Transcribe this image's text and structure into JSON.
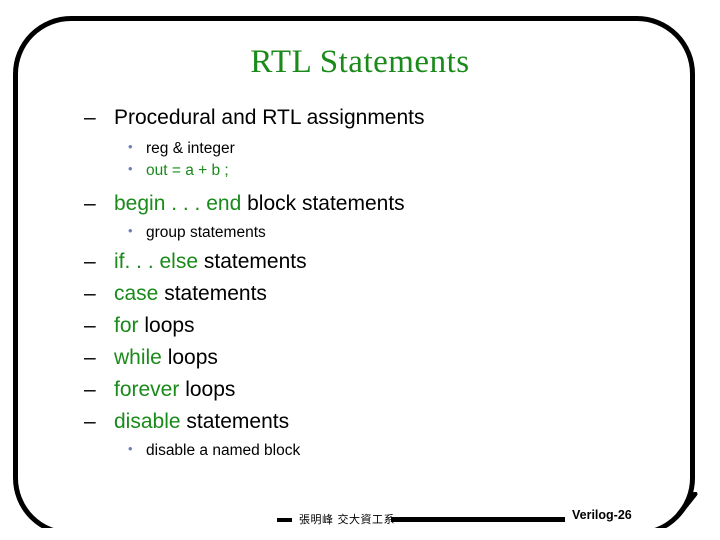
{
  "slide": {
    "title": "RTL Statements",
    "title_color": "#1a8a1a",
    "keyword_color": "#1a8a1a",
    "text_color": "#000000",
    "bullet_dot_color": "#6b80b8",
    "frame_color": "#000000",
    "background": "#ffffff"
  },
  "bullets": [
    {
      "level": 1,
      "dash": "–",
      "keyword": "",
      "rest": "Procedural and RTL assignments"
    },
    {
      "level": 2,
      "dot": "•",
      "keyword": "",
      "rest": "reg & integer"
    },
    {
      "level": 2,
      "dot": "•",
      "keyword": "out = a + b ;",
      "rest": ""
    },
    {
      "level": 1,
      "dash": "–",
      "keyword": "begin . . . end",
      "rest": " block statements"
    },
    {
      "level": 2,
      "dot": "•",
      "keyword": "",
      "rest": "group statements"
    },
    {
      "level": 1,
      "dash": "–",
      "keyword": "if. . . else",
      "rest": " statements"
    },
    {
      "level": 1,
      "dash": "–",
      "keyword": "case",
      "rest": " statements"
    },
    {
      "level": 1,
      "dash": "–",
      "keyword": "for",
      "rest": " loops"
    },
    {
      "level": 1,
      "dash": "–",
      "keyword": "while",
      "rest": " loops"
    },
    {
      "level": 1,
      "dash": "–",
      "keyword": "forever",
      "rest": " loops"
    },
    {
      "level": 1,
      "dash": "–",
      "keyword": "disable",
      "rest": " statements"
    },
    {
      "level": 2,
      "dot": "•",
      "keyword": "",
      "rest": "disable a named block"
    }
  ],
  "footer": {
    "author": "張明峰 交大資工系",
    "page_label": "Verilog-26"
  }
}
